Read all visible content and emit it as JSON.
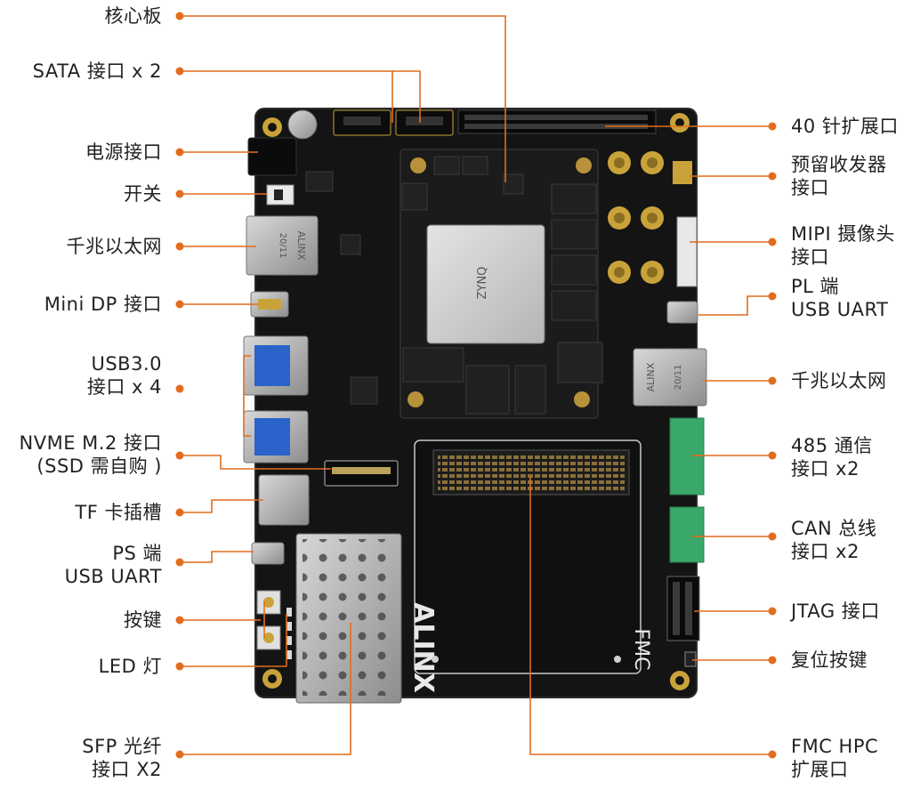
{
  "colors": {
    "leader": "#e36c1f",
    "board": "#141414",
    "board_edge": "#2a2a2a",
    "silk": "#cfcfcf",
    "chip": "#1d1d1d",
    "connector_green": "#3aa86a",
    "gold": "#c9a33a",
    "metal": "#b9b9b9"
  },
  "board_markings": {
    "brand": "ALINX",
    "fmc_mark": "FMC",
    "soc_text": "ZYNQ",
    "phy_text": "20/11"
  },
  "labels_left": [
    {
      "id": "core-board",
      "lines": [
        "核心板"
      ]
    },
    {
      "id": "sata",
      "lines": [
        "SATA 接口 x 2"
      ]
    },
    {
      "id": "power",
      "lines": [
        "电源接口"
      ]
    },
    {
      "id": "switch",
      "lines": [
        "开关"
      ]
    },
    {
      "id": "ethernet-left",
      "lines": [
        "千兆以太网"
      ]
    },
    {
      "id": "minidp",
      "lines": [
        "Mini DP 接口"
      ]
    },
    {
      "id": "usb3",
      "lines": [
        "USB3.0",
        "接口 x 4"
      ]
    },
    {
      "id": "nvme",
      "lines": [
        "NVME M.2 接口",
        "(SSD 需自购 )"
      ]
    },
    {
      "id": "tf",
      "lines": [
        "TF 卡插槽"
      ]
    },
    {
      "id": "ps-uart",
      "lines": [
        "PS 端",
        "USB UART"
      ]
    },
    {
      "id": "keys",
      "lines": [
        "按键"
      ]
    },
    {
      "id": "led",
      "lines": [
        "LED 灯"
      ]
    },
    {
      "id": "sfp",
      "lines": [
        "SFP 光纤",
        "接口 X2"
      ]
    }
  ],
  "labels_right": [
    {
      "id": "ext40",
      "lines": [
        "40 针扩展口"
      ]
    },
    {
      "id": "transceiver",
      "lines": [
        "预留收发器",
        "接口"
      ]
    },
    {
      "id": "mipi",
      "lines": [
        "MIPI 摄像头",
        "接口"
      ]
    },
    {
      "id": "pl-uart",
      "lines": [
        "PL 端",
        "USB UART"
      ]
    },
    {
      "id": "ethernet-right",
      "lines": [
        "千兆以太网"
      ]
    },
    {
      "id": "rs485",
      "lines": [
        "485 通信",
        "接口 x2"
      ]
    },
    {
      "id": "can",
      "lines": [
        "CAN 总线",
        "接口 x2"
      ]
    },
    {
      "id": "jtag",
      "lines": [
        "JTAG 接口"
      ]
    },
    {
      "id": "reset",
      "lines": [
        "复位按键"
      ]
    },
    {
      "id": "fmc",
      "lines": [
        "FMC HPC",
        "扩展口"
      ]
    }
  ]
}
